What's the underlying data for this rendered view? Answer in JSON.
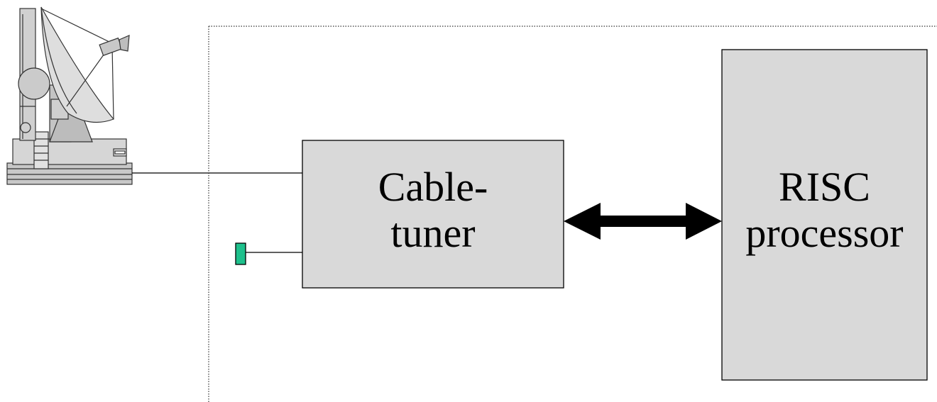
{
  "diagram": {
    "blocks": {
      "tuner": {
        "line1": "Cable-",
        "line2": "tuner"
      },
      "processor": {
        "line1": "RISC",
        "line2": "processor"
      }
    },
    "icons": {
      "dish": "satellite-dish-icon",
      "connector": "connector-icon"
    },
    "colors": {
      "block_fill": "#d9d9d9",
      "connector_fill": "#1ec08c",
      "dish_fill": "#cfcfcf"
    }
  }
}
